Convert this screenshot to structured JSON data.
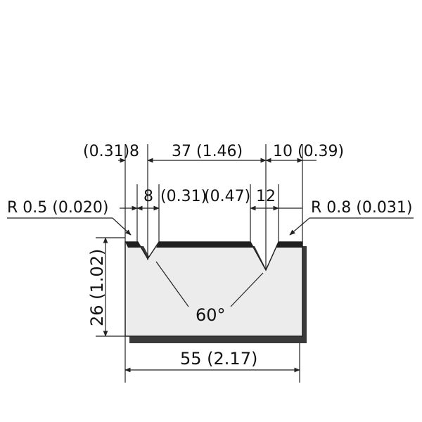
{
  "dimensions": {
    "top_left_small": "(0.31)",
    "top_left_value": "8",
    "top_center": "37 (1.46)",
    "top_right": "10 (0.39)",
    "mid_left_value": "8",
    "mid_left_inch": "(0.31)",
    "mid_right_inch": "(0.47)",
    "mid_right_value": "12",
    "radius_left": "R 0.5 (0.020)",
    "radius_right": "R 0.8 (0.031)",
    "height": "26 (1.02)",
    "width": "55 (2.17)",
    "angle": "60°"
  },
  "colors": {
    "die_body": "#ececec",
    "die_shadow": "#3a3a3a",
    "line": "#222222"
  }
}
